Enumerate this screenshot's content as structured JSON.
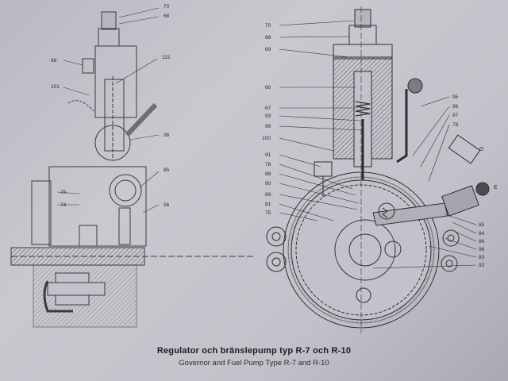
{
  "caption": {
    "swedish": "Regulator och bränslepump typ R-7 och R-10",
    "english": "Governor and Fuel Pump Type R-7 and R-10"
  },
  "left_view": {
    "callouts": [
      "70",
      "68",
      "68",
      "115",
      "101",
      "36",
      "85",
      "75",
      "74",
      "56"
    ]
  },
  "right_view": {
    "callouts_left": [
      "70",
      "68",
      "69",
      "66",
      "67",
      "93",
      "98",
      "100",
      "91",
      "78",
      "88",
      "90",
      "89",
      "81",
      "75"
    ],
    "callouts_right": [
      "95",
      "96",
      "97",
      "79",
      "85",
      "84",
      "86",
      "96",
      "83",
      "92"
    ],
    "letters": [
      "D",
      "E"
    ]
  },
  "colors": {
    "ink": "#2a2a30",
    "paper": "#c2c2ca",
    "hatch": "#55555c"
  }
}
